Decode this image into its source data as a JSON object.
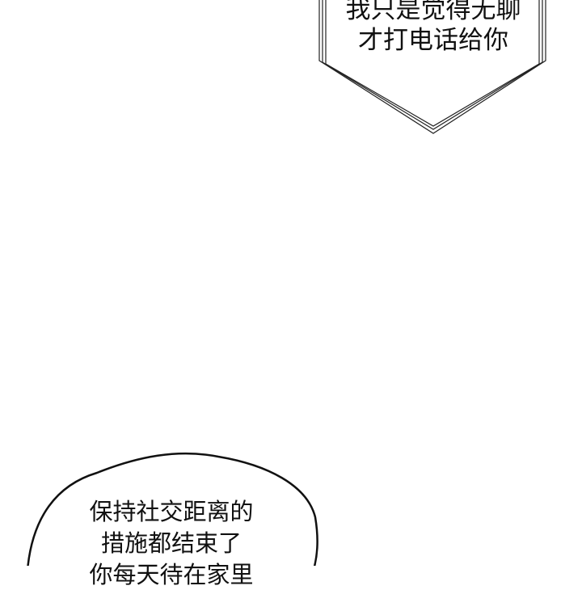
{
  "panel_top": {
    "bubble_shape": "double-line-pentagon",
    "lines": [
      "我只是觉得无聊",
      "才打电话给你"
    ]
  },
  "panel_bottom": {
    "bubble_shape": "round-speech-bubble",
    "lines": [
      "保持社交距离的",
      "措施都结束了",
      "你每天待在家里"
    ]
  },
  "colors": {
    "background": "#ffffff",
    "ink": "#111111"
  }
}
